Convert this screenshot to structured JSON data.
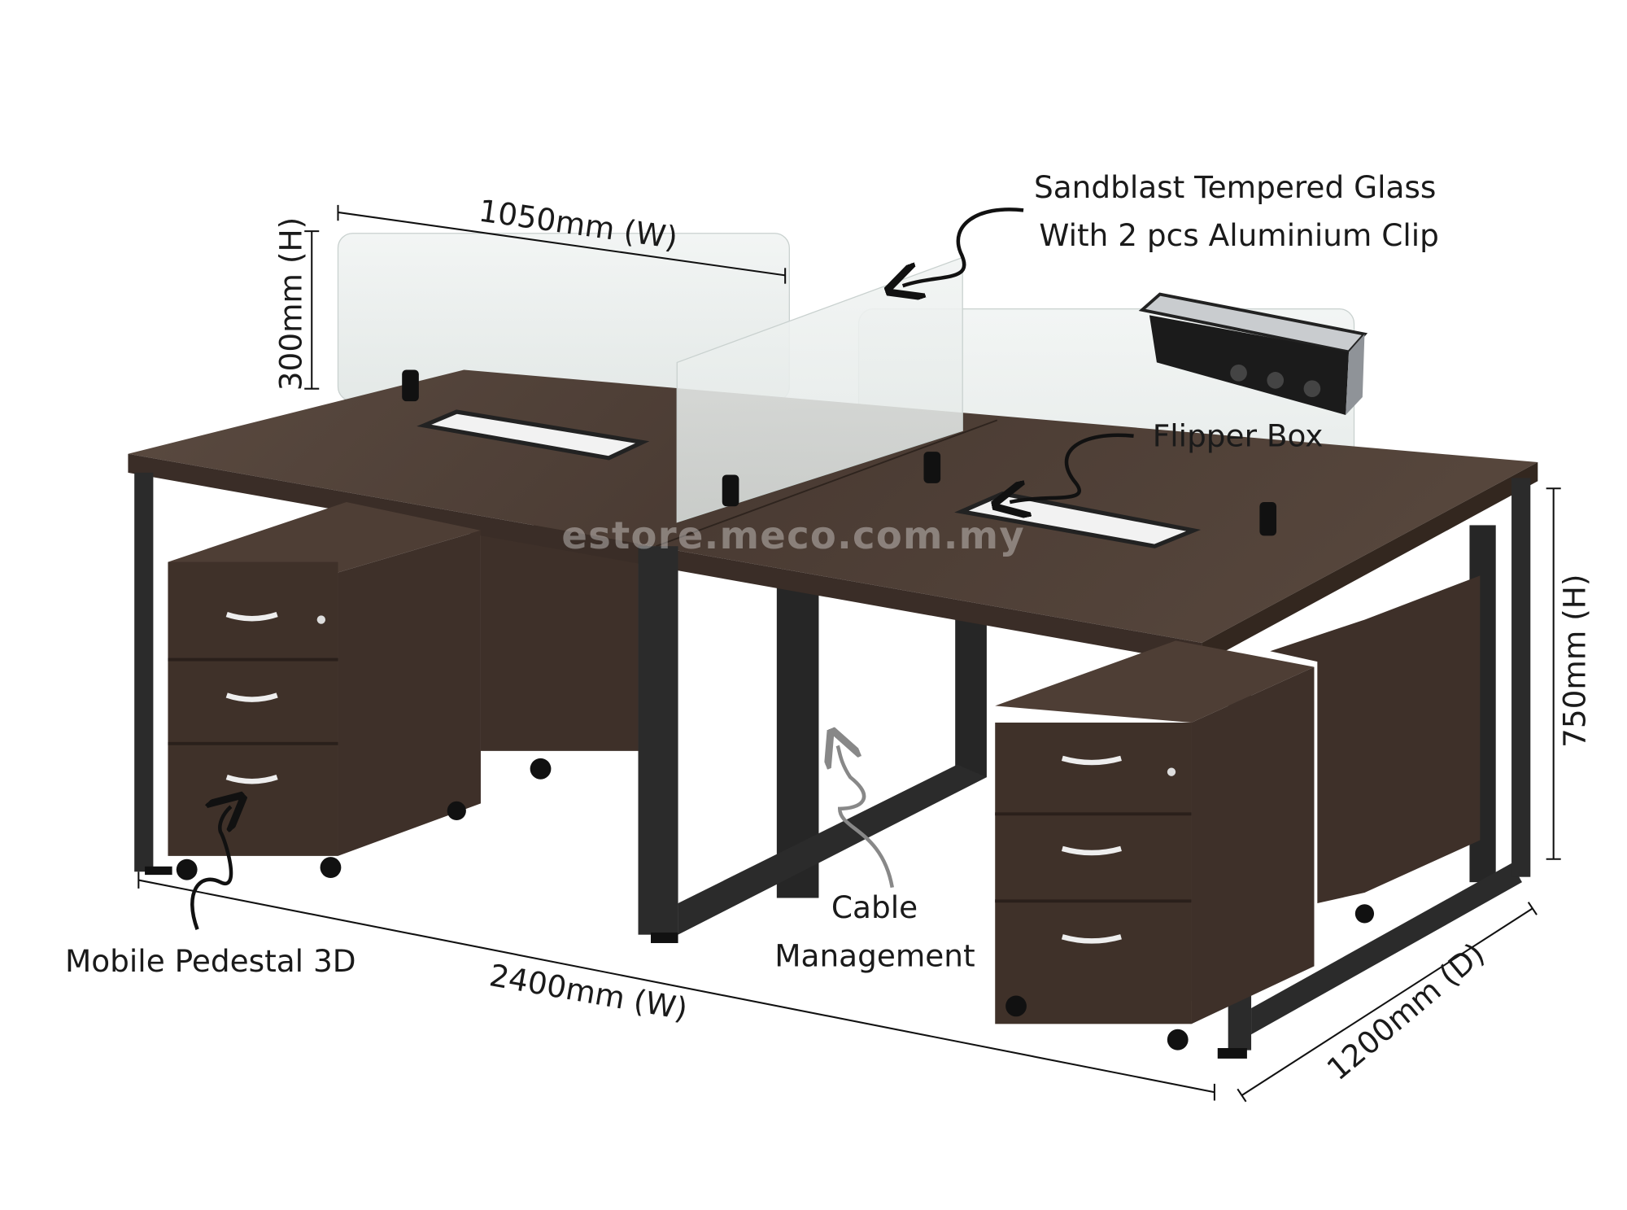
{
  "dimensions": {
    "panel_width": "1050mm (W)",
    "panel_height": "300mm (H)",
    "desk_height": "750mm (H)",
    "desk_width": "2400mm (W)",
    "desk_depth": "1200mm (D)"
  },
  "callouts": {
    "glass_line1": "Sandblast Tempered Glass",
    "glass_line2": "With 2 pcs Aluminium Clip",
    "flipper_box": "Flipper Box",
    "cable_line1": "Cable",
    "cable_line2": "Management",
    "pedestal": "Mobile Pedestal 3D"
  },
  "watermark": "estore.meco.com.my",
  "colors": {
    "wood": "#4a3b33",
    "wood_dark": "#3a2d27",
    "frame": "#2b2b2b",
    "glass": "#e6ecea"
  }
}
